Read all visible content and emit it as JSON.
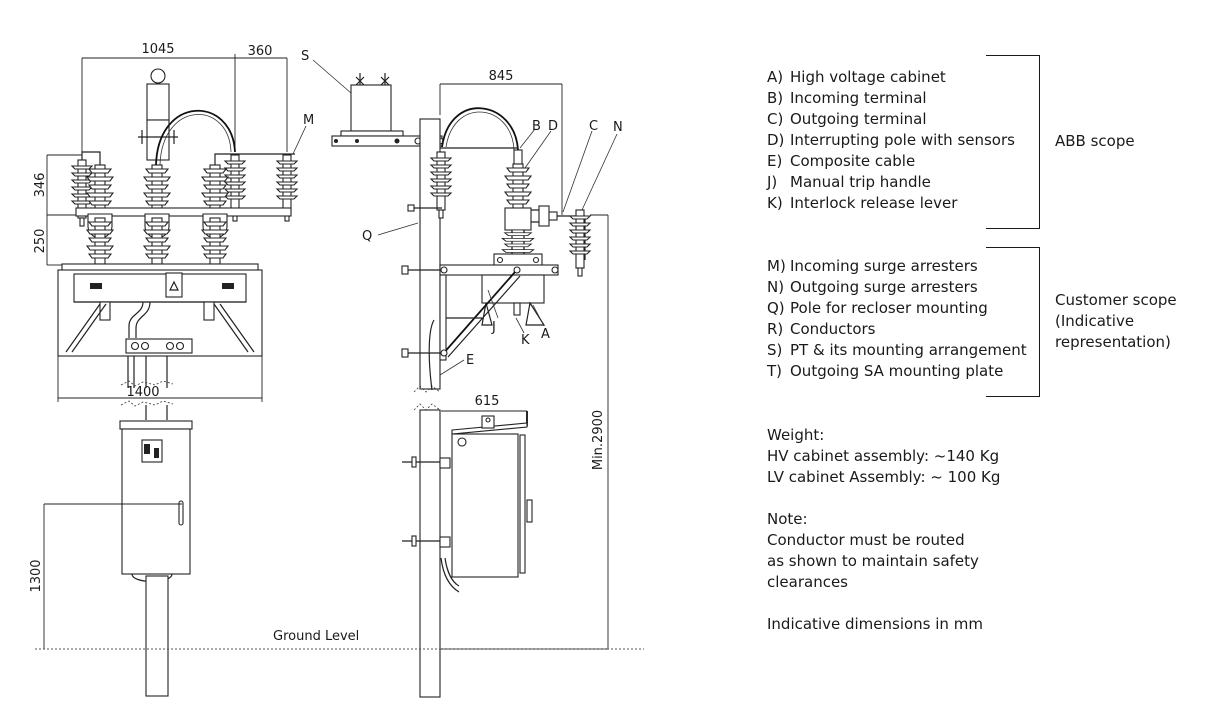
{
  "legend": {
    "abb_scope": {
      "label": "ABB scope",
      "items": [
        {
          "code": "A)",
          "text": "High voltage cabinet"
        },
        {
          "code": "B)",
          "text": "Incoming terminal"
        },
        {
          "code": "C)",
          "text": "Outgoing terminal"
        },
        {
          "code": "D)",
          "text": "Interrupting pole with sensors"
        },
        {
          "code": "E)",
          "text": "Composite cable"
        },
        {
          "code": "J)",
          "text": "Manual trip handle"
        },
        {
          "code": "K)",
          "text": "Interlock release lever"
        }
      ]
    },
    "customer_scope": {
      "label_line1": "Customer scope",
      "label_line2": "(Indicative",
      "label_line3": "representation)",
      "items": [
        {
          "code": "M)",
          "text": "Incoming surge arresters"
        },
        {
          "code": "N)",
          "text": "Outgoing surge arresters"
        },
        {
          "code": "Q)",
          "text": "Pole for recloser mounting"
        },
        {
          "code": "R)",
          "text": "Conductors"
        },
        {
          "code": "S)",
          "text": "PT & its mounting arrangement"
        },
        {
          "code": "T)",
          "text": "Outgoing SA mounting plate"
        }
      ]
    }
  },
  "notes": {
    "weight_heading": "Weight:",
    "hv_weight": "HV cabinet assembly: ~140 Kg",
    "lv_weight": "LV cabinet Assembly: ~ 100 Kg",
    "note_heading": "Note:",
    "note_line1": "Conductor must be routed",
    "note_line2": "as shown to maintain safety",
    "note_line3": "clearances",
    "units_note": "Indicative dimensions in mm"
  },
  "drawing": {
    "front_view": {
      "dimensions": {
        "top_width": "1045",
        "arrester_offset": "360",
        "arrester_height": "346",
        "bushing_height": "250",
        "cabinet_width": "1400",
        "lv_height": "1300"
      },
      "callouts": {
        "M": "M",
        "S": "S"
      }
    },
    "side_view": {
      "dimensions": {
        "terminal_span": "845",
        "lv_depth": "615",
        "min_height": "Min.2900"
      },
      "callouts": {
        "B": "B",
        "D": "D",
        "C": "C",
        "N": "N",
        "Q": "Q",
        "J": "J",
        "K": "K",
        "A": "A",
        "E": "E"
      }
    },
    "ground_label": "Ground Level"
  }
}
